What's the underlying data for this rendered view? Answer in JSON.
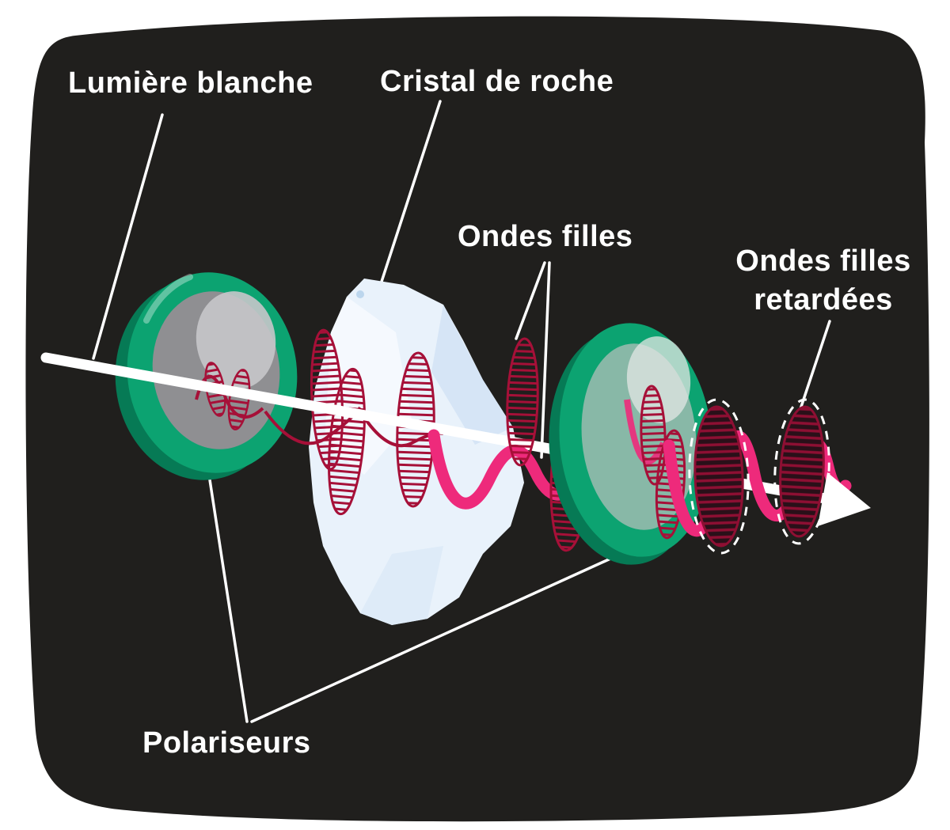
{
  "figure": {
    "type": "physics-optics-illustration",
    "labels": {
      "white_light": "Lumière blanche",
      "rock_crystal": "Cristal de roche",
      "daughter_waves": "Ondes filles",
      "delayed_line1": "Ondes filles",
      "delayed_line2": "retardées",
      "polarizers": "Polariseurs"
    },
    "colors": {
      "background": "#ffffff",
      "panel": "#201f1d",
      "green": "#0ca371",
      "green_dark": "#067a55",
      "pink": "#ee2a7b",
      "crimson": "#a61038",
      "crimson_dark": "#8e0f33",
      "crystal": "#e9f2fb",
      "lens_gray": "#8f8f92",
      "text": "#ffffff"
    }
  }
}
